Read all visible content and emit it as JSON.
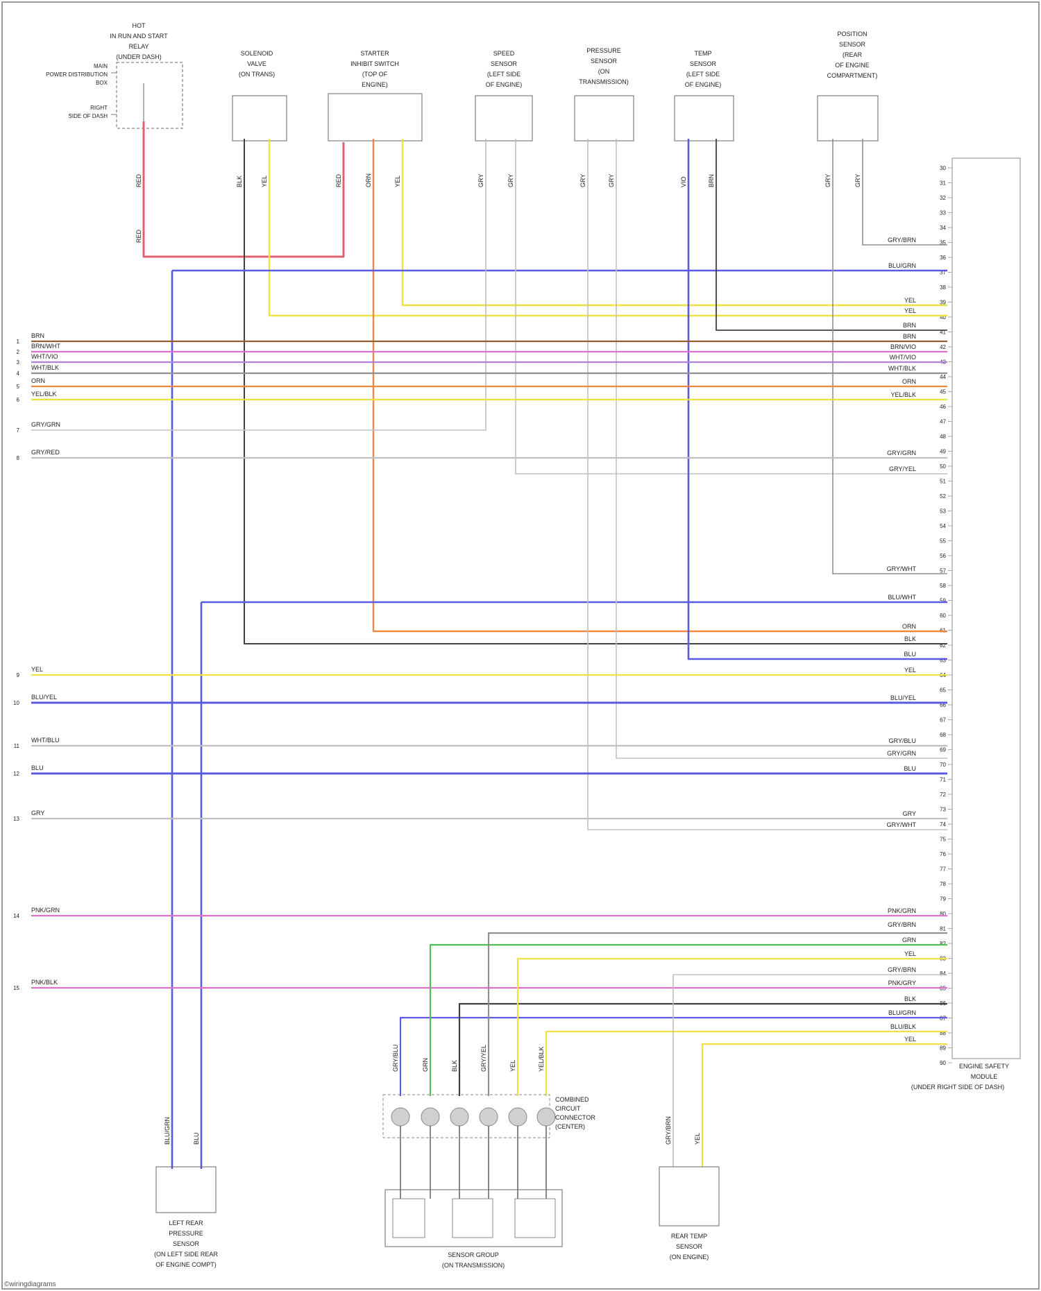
{
  "diagram": {
    "footer": "©wiringdiagrams",
    "ecm_label": [
      "ENGINE SAFETY",
      "MODULE",
      "(UNDER RIGHT SIDE OF DASH)"
    ],
    "colors": {
      "red": "#e06070",
      "yellow": "#f0e040",
      "blue": "#5a5ae0",
      "orange": "#f08840",
      "pink": "#e070d0",
      "green": "#50c050",
      "grey": "#909090",
      "dark": "#404040",
      "brown": "#906030",
      "violet": "#b080e0",
      "lightgrey": "#c0c0c0"
    },
    "top_components": [
      {
        "id": "relay",
        "lines": [
          "HOT",
          "IN RUN AND START",
          "RELAY",
          "(UNDER DASH)"
        ]
      },
      {
        "id": "c1",
        "lines": [
          "SOLENOID",
          "VALVE",
          "(ON TRANS)"
        ]
      },
      {
        "id": "c2",
        "lines": [
          "STARTER",
          "INHIBIT SWITCH",
          "(TOP OF",
          "ENGINE)"
        ]
      },
      {
        "id": "c3",
        "lines": [
          "SPEED",
          "SENSOR",
          "(LEFT SIDE",
          "OF ENGINE)"
        ]
      },
      {
        "id": "c4",
        "lines": [
          "PRESSURE",
          "SENSOR",
          "(ON",
          "TRANSMISSION)"
        ]
      },
      {
        "id": "c5",
        "lines": [
          "TEMP",
          "SENSOR",
          "(LEFT SIDE",
          "OF ENGINE)"
        ]
      },
      {
        "id": "c6",
        "lines": [
          "POSITION",
          "SENSOR",
          "(REAR",
          "OF ENGINE",
          "COMPARTMENT)"
        ]
      }
    ],
    "relay_side_labels": [
      "MAIN",
      "POWER DISTRIBUTION",
      "BOX",
      "RIGHT",
      "SIDE OF DASH"
    ],
    "top_wire_labels": [
      "RED",
      "RED",
      "BLK",
      "YEL",
      "RED",
      "ORN",
      "YEL",
      "GRY",
      "GRY",
      "GRY",
      "GRY",
      "VIO",
      "BRN",
      "GRY",
      "GRY"
    ],
    "left_connectors": [
      {
        "pin": "1",
        "label": "BRN"
      },
      {
        "pin": "2",
        "label": "BRN/WHT"
      },
      {
        "pin": "3",
        "label": "WHT/VIO"
      },
      {
        "pin": "4",
        "label": "WHT/BLK"
      },
      {
        "pin": "5",
        "label": "ORN"
      },
      {
        "pin": "6",
        "label": "YEL/BLK"
      },
      {
        "pin": "7",
        "label": "GRY/GRN"
      },
      {
        "pin": "8",
        "label": "GRY/RED"
      },
      {
        "pin": "9",
        "label": "YEL"
      },
      {
        "pin": "10",
        "label": "BLU/YEL"
      },
      {
        "pin": "11",
        "label": "WHT/BLU"
      },
      {
        "pin": "12",
        "label": "BLU"
      },
      {
        "pin": "13",
        "label": "GRY"
      },
      {
        "pin": "14",
        "label": "PNK/GRN"
      },
      {
        "pin": "15",
        "label": "PNK/BLK"
      }
    ],
    "right_labels": [
      "GRY/BRN",
      "BLU/GRN",
      "YEL",
      "YEL",
      "BRN",
      "BRN",
      "BRN/VIO",
      "WHT/VIO",
      "WHT/BLK",
      "ORN",
      "YEL/BLK",
      "GRY/GRN",
      "GRY/YEL",
      "GRY/WHT",
      "BLU/WHT",
      "ORN",
      "BLK",
      "BLU",
      "YEL",
      "BLU/YEL",
      "GRY/BLU",
      "GRY/GRN",
      "BLU",
      "GRY",
      "GRY/WHT",
      "PNK/GRN",
      "GRY/BRN",
      "GRN",
      "YEL",
      "GRY/BRN",
      "PNK/GRY",
      "BLK",
      "BLU/GRN",
      "BLU/BLK",
      "YEL"
    ],
    "pin_numbers": [
      "30",
      "31",
      "32",
      "33",
      "34",
      "35",
      "36",
      "37",
      "38",
      "39",
      "40",
      "41",
      "42",
      "43",
      "44",
      "45",
      "46",
      "47",
      "48",
      "49",
      "50",
      "51",
      "52",
      "53",
      "54",
      "55",
      "56",
      "57",
      "58",
      "59",
      "60",
      "61",
      "62",
      "63",
      "64",
      "65",
      "66",
      "67",
      "68",
      "69",
      "70",
      "71",
      "72",
      "73",
      "74",
      "75",
      "76",
      "77",
      "78",
      "79",
      "80",
      "81",
      "82",
      "83",
      "84",
      "85",
      "86",
      "87",
      "88",
      "89",
      "90"
    ],
    "bottom_components": [
      {
        "id": "b1",
        "lines": [
          "LEFT REAR",
          "PRESSURE",
          "SENSOR",
          "(ON LEFT SIDE REAR",
          "OF ENGINE COMPT)"
        ]
      },
      {
        "id": "b2",
        "lines": [
          "SENSOR GROUP",
          "(ON TRANSMISSION)"
        ]
      },
      {
        "id": "b3",
        "lines": [
          "REAR TEMP",
          "SENSOR",
          "(ON ENGINE)"
        ]
      }
    ],
    "bottom_connector_label": [
      "COMBINED",
      "CIRCUIT",
      "CONNECTOR",
      "(CENTER)"
    ],
    "bottom_wire_labels": [
      "BLU/GRN",
      "BLU",
      "GRY/BLU",
      "GRN",
      "BLK",
      "GRY/YEL",
      "YEL",
      "YEL/BLK",
      "GRY/BRN",
      "YEL"
    ]
  }
}
